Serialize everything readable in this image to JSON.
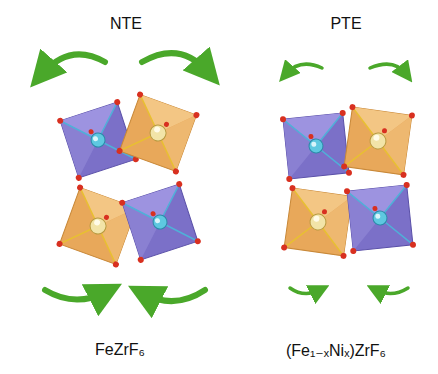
{
  "diagram": {
    "labels": [
      "NTE",
      "PTE",
      "FeZrF₆",
      "(Fe₁₋ₓNiₓ)ZrF₆"
    ]
  }
}
